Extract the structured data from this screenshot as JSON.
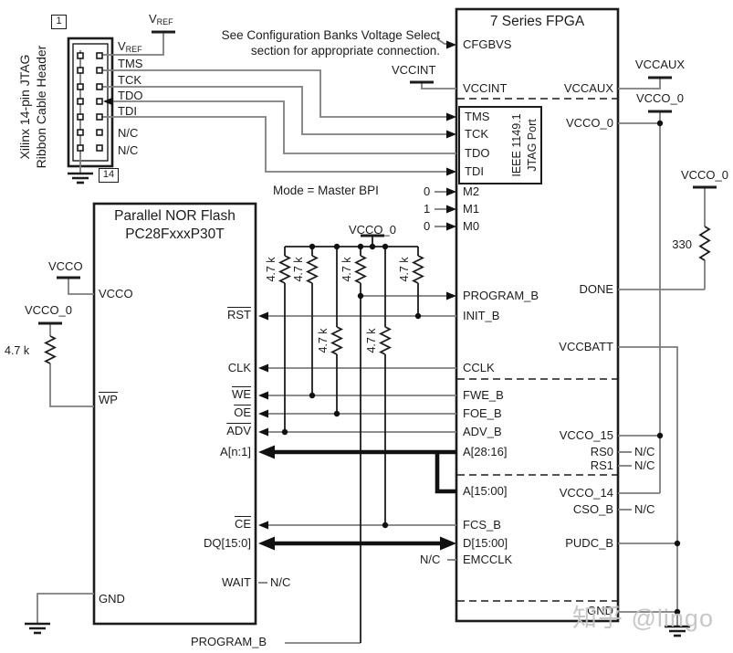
{
  "watermark": "知乎 @lingo",
  "colors": {
    "wire_gray": "#7d7d7d",
    "ink": "#1c1c1c",
    "bus_black": "#111111",
    "watermark": "#c2c2c2"
  },
  "note": {
    "line1": "See Configuration Banks Voltage Select",
    "line2": "section for appropriate connection."
  },
  "mode_annotation": {
    "label": "Mode = Master BPI",
    "m2_value": "0",
    "m1_value": "1",
    "m0_value": "0"
  },
  "jtag_header": {
    "rotated_label_line1": "Xilinx 14-pin JTAG",
    "rotated_label_line2": "Ribbon Cable Header",
    "pin_first": "1",
    "pin_last": "14",
    "vref": {
      "base": "V",
      "sub": "REF"
    },
    "pins": {
      "tms": "TMS",
      "tck": "TCK",
      "tdo": "TDO",
      "tdi": "TDI",
      "nc1": "N/C",
      "nc2": "N/C"
    }
  },
  "power_labels": {
    "vref_top": {
      "base": "V",
      "sub": "REF"
    },
    "vccint": "VCCINT",
    "vccaux": "VCCAUX",
    "vcco_0_rail": "VCCO_0",
    "vcco_0_done": "VCCO_0",
    "vcco_0_pullups": "VCCO_0",
    "vcco_flash": "VCCO",
    "vcco_0_wp": "VCCO_0"
  },
  "resistors": {
    "r_330": "330",
    "r_47k": "4.7 k"
  },
  "nc_label": "N/C",
  "fpga": {
    "title": "7 Series FPGA",
    "jtag_port_label": {
      "line1": "IEEE 1149.1",
      "line2": "JTAG Port"
    },
    "left_pins": {
      "cfgbvs": "CFGBVS",
      "vccint": "VCCINT",
      "tms": "TMS",
      "tck": "TCK",
      "tdo": "TDO",
      "tdi": "TDI",
      "m2": "M2",
      "m1": "M1",
      "m0": "M0",
      "program_b": "PROGRAM_B",
      "init_b": "INIT_B",
      "cclk": "CCLK",
      "fwe_b": "FWE_B",
      "foe_b": "FOE_B",
      "adv_b": "ADV_B",
      "a_28_16": "A[28:16]",
      "a_15_00": "A[15:00]",
      "fcs_b": "FCS_B",
      "d_15_00": "D[15:00]",
      "emcclk": "EMCCLK"
    },
    "right_pins": {
      "vccaux": "VCCAUX",
      "vcco_0": "VCCO_0",
      "done": "DONE",
      "vccbatt": "VCCBATT",
      "vcco_15": "VCCO_15",
      "rs0": "RS0",
      "rs1": "RS1",
      "vcco_14": "VCCO_14",
      "cso_b": "CSO_B",
      "pudc_b": "PUDC_B",
      "gnd": "GND"
    }
  },
  "flash": {
    "title_line1": "Parallel NOR Flash",
    "title_line2": "PC28FxxxP30T",
    "left_pins": {
      "vcco": "VCCO",
      "wp": "WP",
      "gnd": "GND"
    },
    "right_pins": {
      "rst": "RST",
      "clk": "CLK",
      "we": "WE",
      "oe": "OE",
      "adv": "ADV",
      "a": "A[n:1]",
      "ce": "CE",
      "dq": "DQ[15:0]",
      "wait": "WAIT"
    }
  },
  "program_b_net_label": "PROGRAM_B"
}
